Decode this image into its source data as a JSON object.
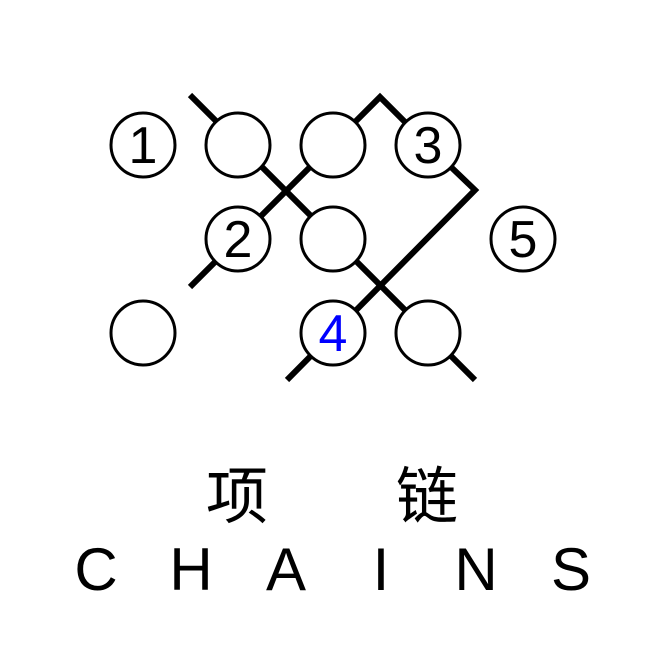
{
  "puzzle": {
    "circles": [
      {
        "row": 0,
        "col": 0,
        "label": "1",
        "color": "#000000"
      },
      {
        "row": 0,
        "col": 1,
        "label": "",
        "color": "#000000"
      },
      {
        "row": 0,
        "col": 2,
        "label": "",
        "color": "#000000"
      },
      {
        "row": 0,
        "col": 3,
        "label": "3",
        "color": "#000000"
      },
      {
        "row": 1,
        "col": 1,
        "label": "2",
        "color": "#000000"
      },
      {
        "row": 1,
        "col": 2,
        "label": "",
        "color": "#000000"
      },
      {
        "row": 1,
        "col": 4,
        "label": "5",
        "color": "#000000"
      },
      {
        "row": 2,
        "col": 0,
        "label": "",
        "color": "#000000"
      },
      {
        "row": 2,
        "col": 2,
        "label": "4",
        "color": "#0000ff"
      },
      {
        "row": 2,
        "col": 3,
        "label": "",
        "color": "#000000"
      }
    ]
  },
  "title_cn": [
    "项",
    "链"
  ],
  "title_en": [
    "C",
    "H",
    "A",
    "I",
    "N",
    "S"
  ]
}
